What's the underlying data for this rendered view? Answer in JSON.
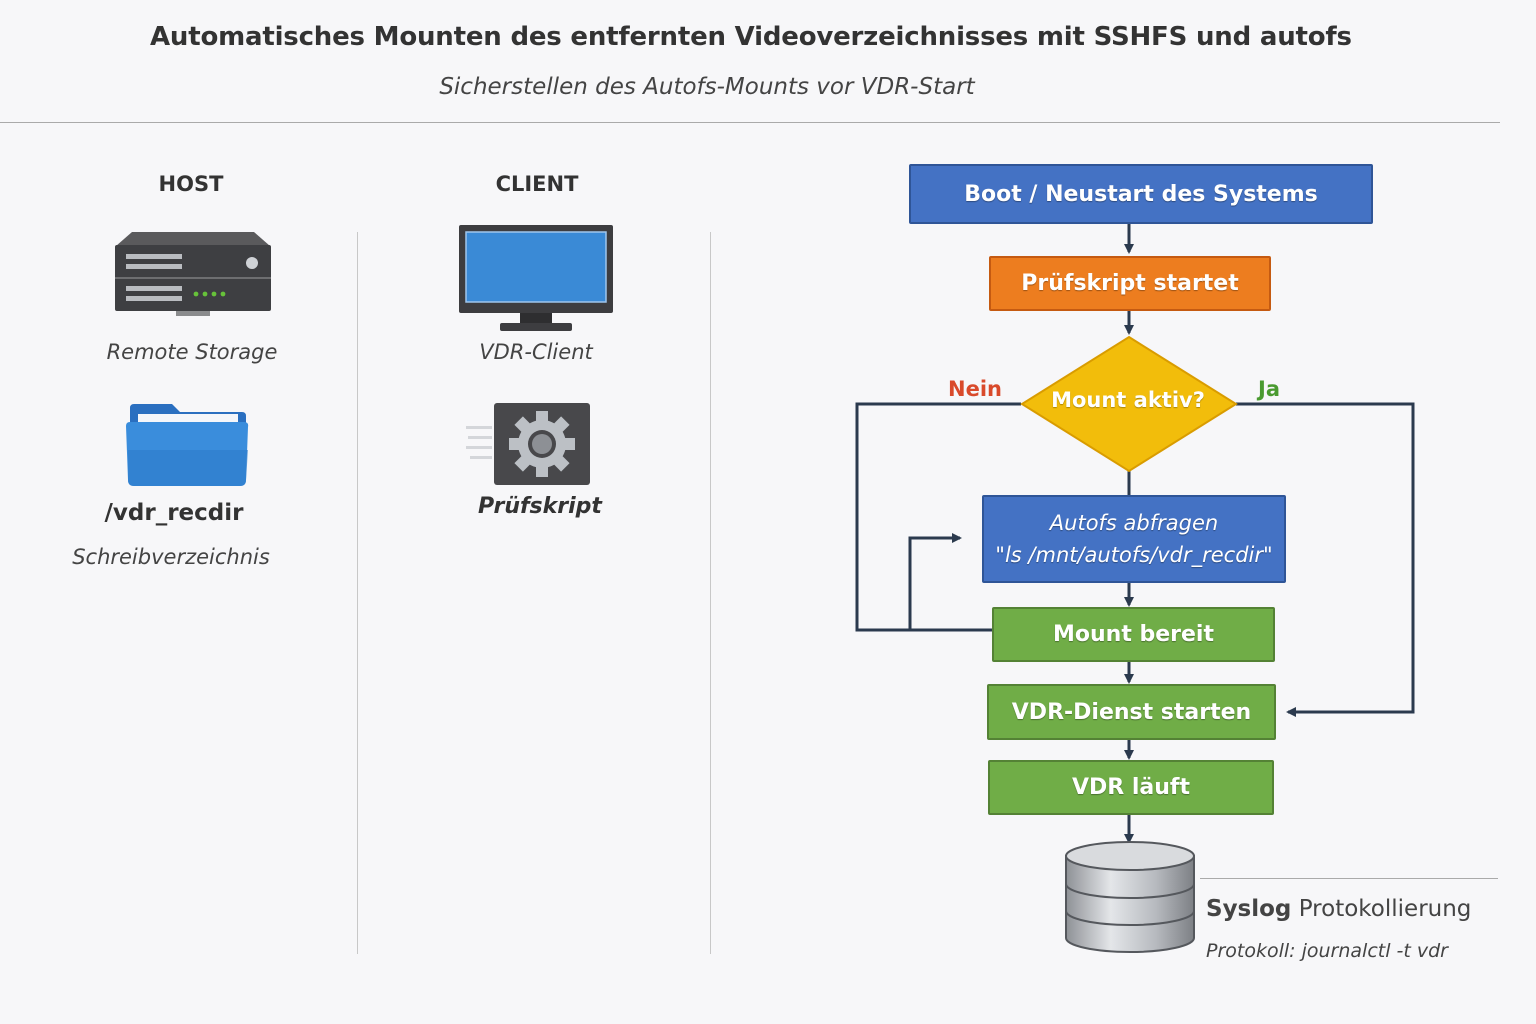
{
  "header": {
    "title": "Automatisches Mounten des entfernten Videoverzeichnisses mit SSHFS und autofs",
    "subtitle": "Sicherstellen des Autofs-Mounts vor VDR-Start"
  },
  "host": {
    "heading": "HOST",
    "storage_label": "Remote Storage",
    "folder_name": "/vdr_recdir",
    "folder_desc": "Schreibverzeichnis"
  },
  "client": {
    "heading": "CLIENT",
    "monitor_label": "VDR-Client",
    "script_label": "Prüfskript"
  },
  "flow": {
    "boot": "Boot / Neustart des Systems",
    "script_start": "Prüfskript startet",
    "decision": "Mount aktiv?",
    "no": "Nein",
    "yes": "Ja",
    "query_line1": "Autofs abfragen",
    "query_line2": "\"ls /mnt/autofs/vdr_recdir\"",
    "mount_ready": "Mount bereit",
    "start_service": "VDR-Dienst starten",
    "running": "VDR läuft"
  },
  "syslog": {
    "title_bold": "Syslog",
    "title_rest": "Protokollierung",
    "subtitle": "Protokoll: journalctl -t vdr"
  },
  "colors": {
    "blue": "#4472c4",
    "orange": "#ed7d1f",
    "yellow": "#f2bd0b",
    "green": "#70ad47",
    "no": "#d94a2b",
    "yes": "#4a9a30",
    "line": "#2b3a4e"
  }
}
